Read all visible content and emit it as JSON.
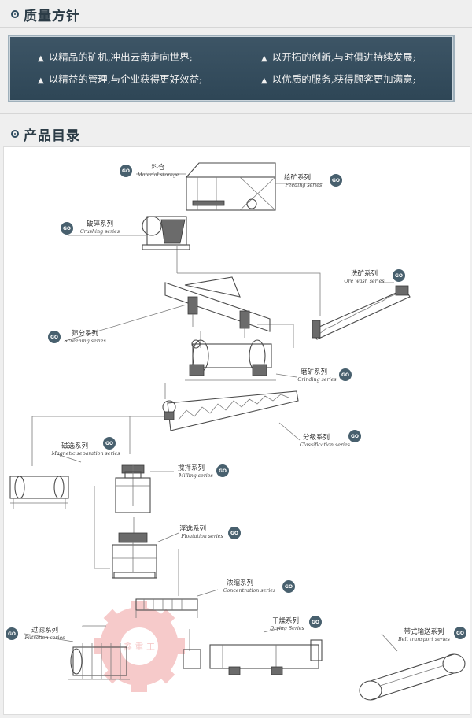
{
  "sections": {
    "quality": {
      "title": "质量方针"
    },
    "catalog": {
      "title": "产品目录"
    }
  },
  "mottos": [
    "以精品的矿机,冲出云南走向世界;",
    "以开拓的创新,与时俱进持续发展;",
    "以精益的管理,与企业获得更好效益;",
    "以优质的服务,获得顾客更加满意;"
  ],
  "bullet_glyph": "▲",
  "go_label": "GO",
  "watermark": "鑫 重 工",
  "series": [
    {
      "id": "storage",
      "cn": "料仓",
      "en": "Material storage"
    },
    {
      "id": "feeding",
      "cn": "给矿系列",
      "en": "Feeding series"
    },
    {
      "id": "crushing",
      "cn": "破碎系列",
      "en": "Crushing series"
    },
    {
      "id": "orewash",
      "cn": "洗矿系列",
      "en": "Ore wash series"
    },
    {
      "id": "screening",
      "cn": "筛分系列",
      "en": "Screening series"
    },
    {
      "id": "grinding",
      "cn": "磨矿系列",
      "en": "Grinding series"
    },
    {
      "id": "classification",
      "cn": "分级系列",
      "en": "Classification series"
    },
    {
      "id": "magnetic",
      "cn": "磁选系列",
      "en": "Magnetic separation series"
    },
    {
      "id": "milling",
      "cn": "搅拌系列",
      "en": "Milling series"
    },
    {
      "id": "flotation",
      "cn": "浮选系列",
      "en": "Floatation series"
    },
    {
      "id": "concentration",
      "cn": "浓缩系列",
      "en": "Concentration series"
    },
    {
      "id": "filtration",
      "cn": "过滤系列",
      "en": "Filtration series"
    },
    {
      "id": "drying",
      "cn": "干燥系列",
      "en": "Drying Series"
    },
    {
      "id": "belt",
      "cn": "带式输送系列",
      "en": "Belt transport series"
    }
  ]
}
